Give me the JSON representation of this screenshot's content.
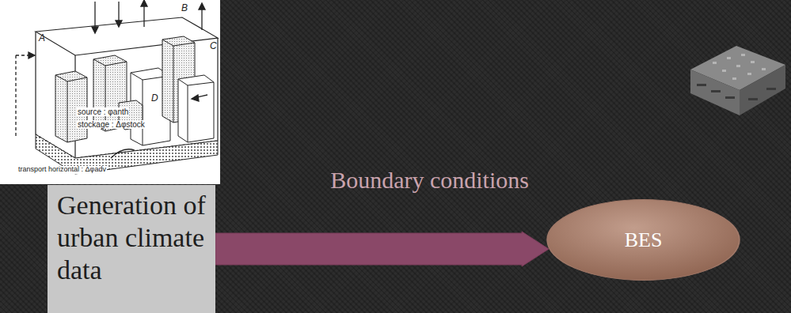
{
  "diagram": {
    "nodes": [
      {
        "text": [
          "Generation of urban climate data"
        ]
      },
      {
        "text": [
          "BES"
        ]
      }
    ],
    "edges": [
      {
        "from": 0,
        "to": 1,
        "arrow": "to",
        "label": "Boundary conditions"
      }
    ],
    "labels": [
      "A",
      "B",
      "C",
      "D",
      "source : φanth",
      "stockage : Δφstock",
      "transport horizontal : Δφadv"
    ]
  }
}
